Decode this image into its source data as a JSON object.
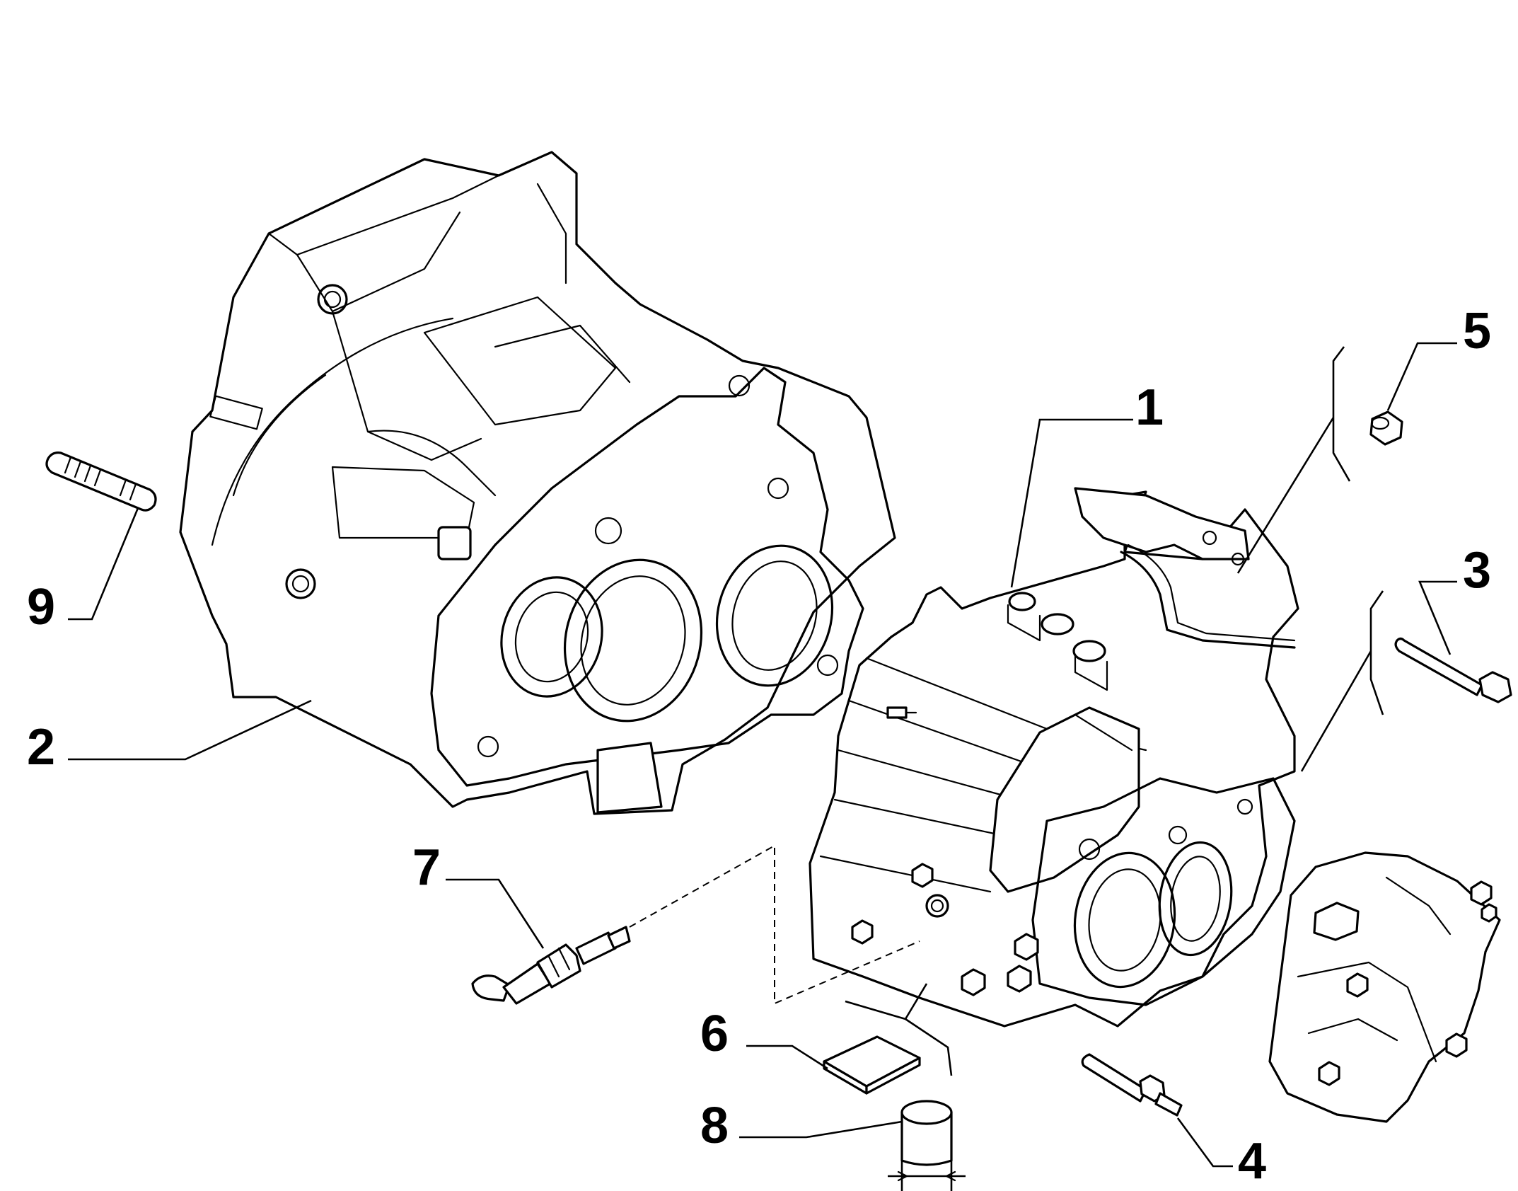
{
  "callouts": [
    {
      "id": "1",
      "text": "1"
    },
    {
      "id": "2",
      "text": "2"
    },
    {
      "id": "3",
      "text": "3"
    },
    {
      "id": "4",
      "text": "4"
    },
    {
      "id": "5",
      "text": "5"
    },
    {
      "id": "6",
      "text": "6"
    },
    {
      "id": "7",
      "text": "7"
    },
    {
      "id": "8",
      "text": "8"
    },
    {
      "id": "9",
      "text": "9"
    }
  ],
  "parts": {
    "1": "gearbox-housing",
    "2": "clutch-bell-housing",
    "3": "hex-bolt",
    "4": "stud-bolt",
    "5": "bushing",
    "6": "sealant-pad",
    "7": "speed-sensor",
    "8": "plug",
    "9": "threaded-stud"
  }
}
